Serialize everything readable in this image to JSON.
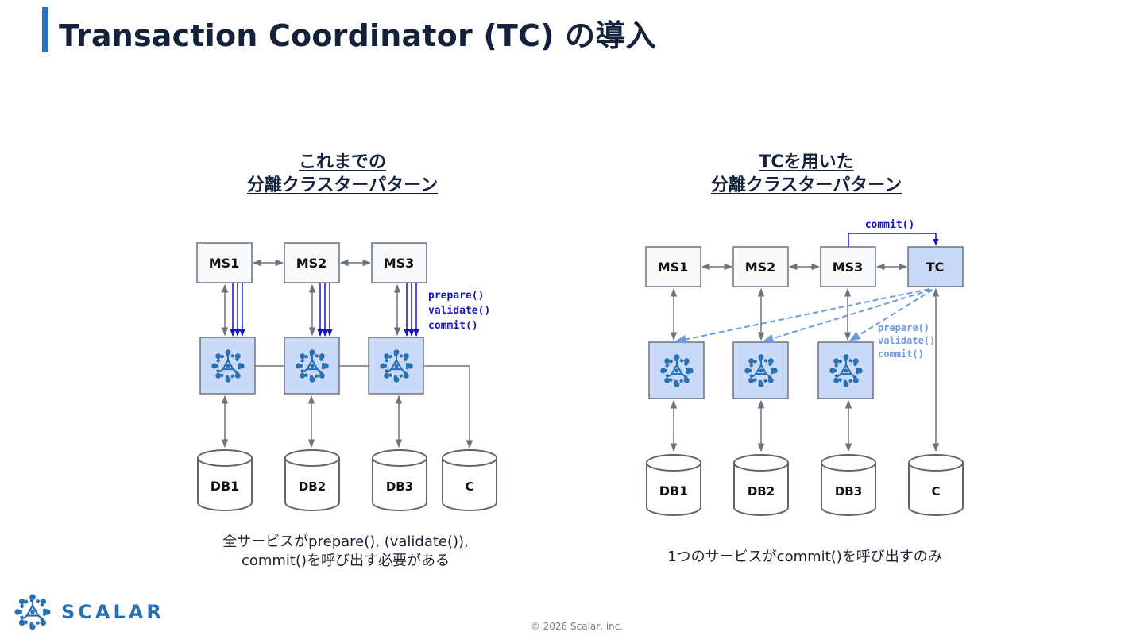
{
  "title": "Transaction Coordinator (TC) の導入",
  "left_panel": {
    "heading_line1": "これまでの",
    "heading_line2": "分離クラスターパターン",
    "services": [
      "MS1",
      "MS2",
      "MS3"
    ],
    "databases": [
      "DB1",
      "DB2",
      "DB3",
      "C"
    ],
    "calls": [
      "prepare()",
      "validate()",
      "commit()"
    ],
    "caption_line1": "全サービスがprepare(), (validate()),",
    "caption_line2": "commit()を呼び出す必要がある"
  },
  "right_panel": {
    "heading_line1": "TCを用いた",
    "heading_line2": "分離クラスターパターン",
    "services": [
      "MS1",
      "MS2",
      "MS3",
      "TC"
    ],
    "databases": [
      "DB1",
      "DB2",
      "DB3",
      "C"
    ],
    "commit_call": "commit()",
    "calls": [
      "prepare()",
      "validate()",
      "commit()"
    ],
    "caption": "1つのサービスがcommit()を呼び出すのみ"
  },
  "colors": {
    "accent": "#2a6fc4",
    "node_fill": "#c9daf8",
    "call_dark": "#1414c8",
    "call_light": "#6b9bde",
    "line": "#6b7280"
  },
  "icons": [
    "scalar-node-icon",
    "database-icon",
    "scalar-logo-icon"
  ],
  "logo_text": "SCALAR",
  "copyright": "© 2026 Scalar, inc."
}
